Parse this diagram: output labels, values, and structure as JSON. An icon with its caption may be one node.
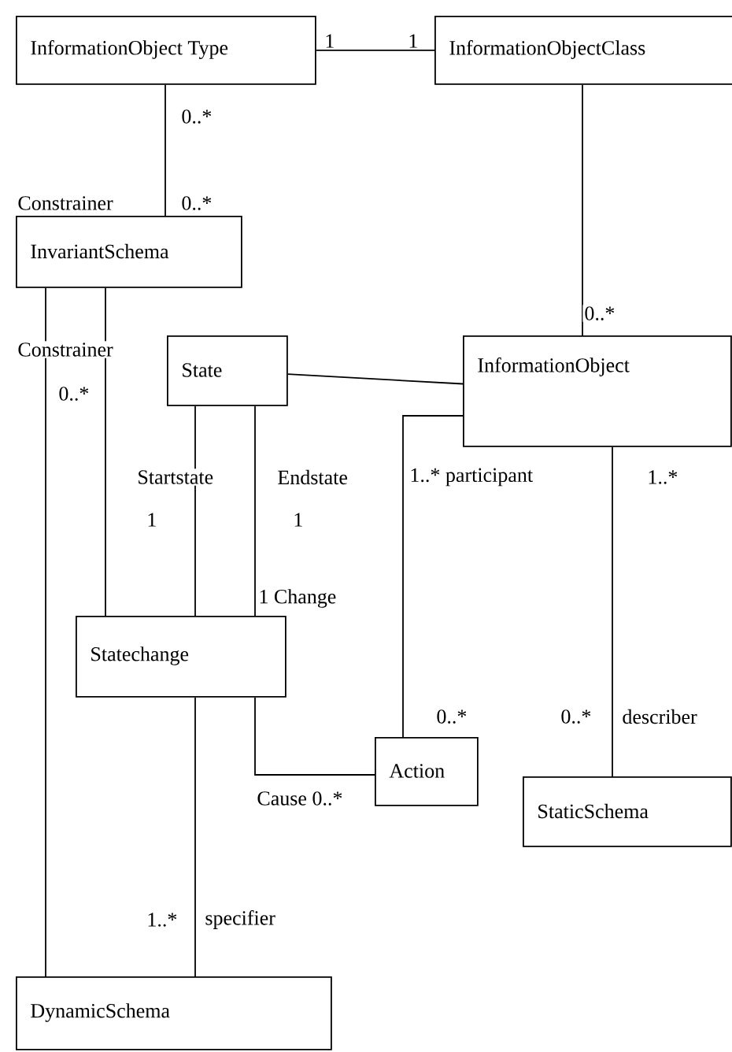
{
  "diagram": {
    "nodes": [
      {
        "text": [
          "InformationObject Type"
        ]
      },
      {
        "text": [
          "InformationObjectClass"
        ]
      },
      {
        "text": [
          "InvariantSchema"
        ]
      },
      {
        "text": [
          "State"
        ]
      },
      {
        "text": [
          "InformationObject"
        ]
      },
      {
        "text": [
          "Statechange"
        ]
      },
      {
        "text": [
          "Action"
        ]
      },
      {
        "text": [
          "StaticSchema"
        ]
      },
      {
        "text": [
          "DynamicSchema"
        ]
      }
    ],
    "edges": [
      {
        "from": 0,
        "to": 1,
        "arrow": "none"
      },
      {
        "from": 0,
        "to": 2,
        "arrow": "none"
      },
      {
        "from": 1,
        "to": 4,
        "arrow": "none"
      },
      {
        "from": 2,
        "to": 8,
        "arrow": "none"
      },
      {
        "from": 2,
        "to": 5,
        "arrow": "none"
      },
      {
        "from": 3,
        "to": 5,
        "arrow": "none"
      },
      {
        "from": 3,
        "to": 5,
        "arrow": "none"
      },
      {
        "from": 3,
        "to": 4,
        "arrow": "none"
      },
      {
        "from": 4,
        "to": 6,
        "arrow": "none"
      },
      {
        "from": 5,
        "to": 6,
        "arrow": "none"
      },
      {
        "from": 4,
        "to": 7,
        "arrow": "none"
      },
      {
        "from": 5,
        "to": 8,
        "arrow": "none"
      }
    ],
    "labels": [
      "1",
      "1",
      "0..*",
      "Constrainer",
      "0..*",
      "0..*",
      "Constrainer",
      "0..*",
      "Startstate",
      "Endstate",
      "1..* participant",
      "1..*",
      "1",
      "1",
      "1 Change",
      "0..*",
      "0..*",
      "describer",
      "Cause 0..*",
      "1..*",
      "specifier"
    ]
  }
}
